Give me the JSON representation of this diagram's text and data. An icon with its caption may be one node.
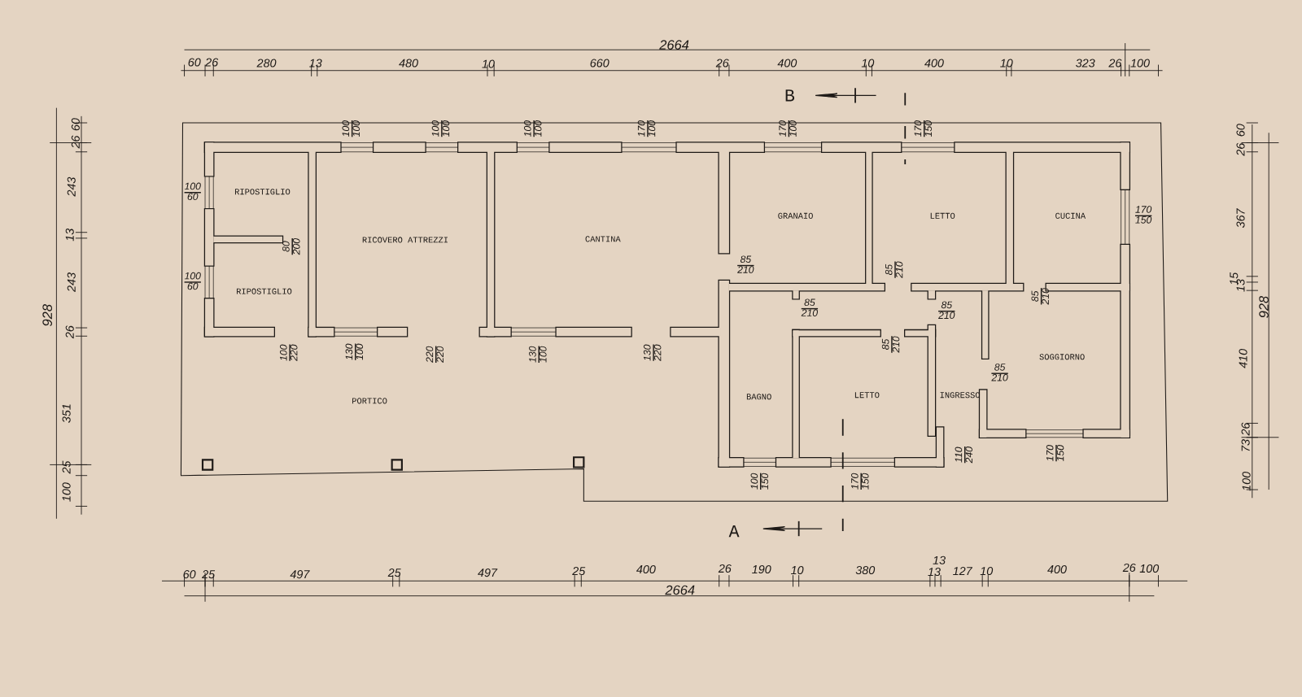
{
  "diagram": {
    "labels": [
      "2664",
      "60",
      "26",
      "280",
      "13",
      "480",
      "10",
      "660",
      "26",
      "400",
      "10",
      "400",
      "10",
      "323",
      "26",
      "100",
      "B",
      "928",
      "60",
      "26",
      "243",
      "13",
      "243",
      "26",
      "351",
      "25",
      "100",
      "100",
      "100",
      "100",
      "100",
      "100",
      "100",
      "170",
      "100",
      "170",
      "100",
      "170",
      "150",
      "RIPOSTIGLIO",
      "100",
      "60",
      "RICOVERO ATTREZZI",
      "80",
      "200",
      "CANTINA",
      "GRANAIO",
      "LETTO",
      "CUCINA",
      "170",
      "150",
      "85",
      "210",
      "85",
      "210",
      "100",
      "60",
      "RIPOSTIGLIO",
      "85",
      "210",
      "85",
      "210",
      "85",
      "210",
      "100",
      "220",
      "130",
      "100",
      "220",
      "220",
      "130",
      "100",
      "130",
      "220",
      "85",
      "210",
      "SOGGIORNO",
      "85",
      "210",
      "BAGNO",
      "LETTO",
      "INGRESSO",
      "PORTICO",
      "110",
      "240",
      "170",
      "150",
      "100",
      "150",
      "170",
      "150",
      "A",
      "60",
      "25",
      "497",
      "25",
      "497",
      "25",
      "400",
      "26",
      "190",
      "10",
      "380",
      "13",
      "13",
      "127",
      "10",
      "400",
      "26",
      "100",
      "2664",
      "60",
      "26",
      "367",
      "15",
      "13",
      "928",
      "410",
      "26",
      "73",
      "100"
    ]
  }
}
